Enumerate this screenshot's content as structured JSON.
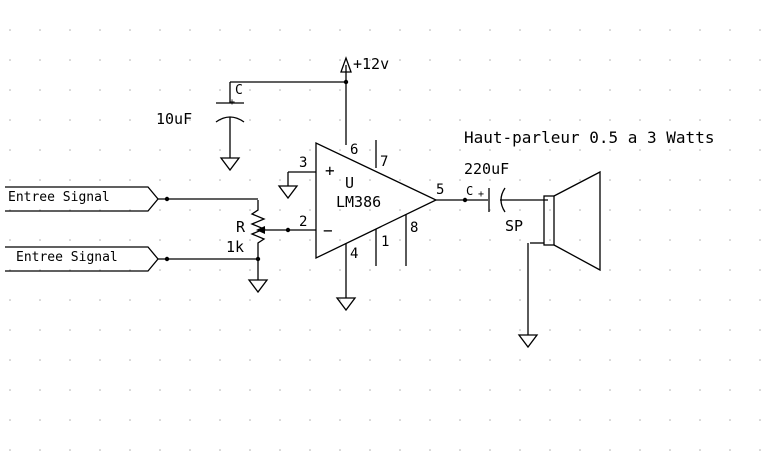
{
  "inputs": {
    "top_label": "Entree Signal",
    "bottom_label": "Entree Signal"
  },
  "power": {
    "supply_label": "+12v"
  },
  "cap_supply": {
    "ref": "C",
    "value": "10uF"
  },
  "cap_output": {
    "ref": "C",
    "value": "220uF",
    "polarity": "+"
  },
  "pot": {
    "ref": "R",
    "value": "1k"
  },
  "amp": {
    "ref": "U",
    "part": "LM386",
    "plus_sign": "+",
    "minus_sign": "−",
    "pins": {
      "p1": "1",
      "p2": "2",
      "p3": "3",
      "p4": "4",
      "p5": "5",
      "p6": "6",
      "p7": "7",
      "p8": "8"
    }
  },
  "speaker": {
    "ref": "SP",
    "title": "Haut-parleur 0.5 a 3 Watts"
  },
  "colors": {
    "wire": "#000000",
    "grid_dot": "#b0b0b0",
    "background": "#ffffff"
  }
}
